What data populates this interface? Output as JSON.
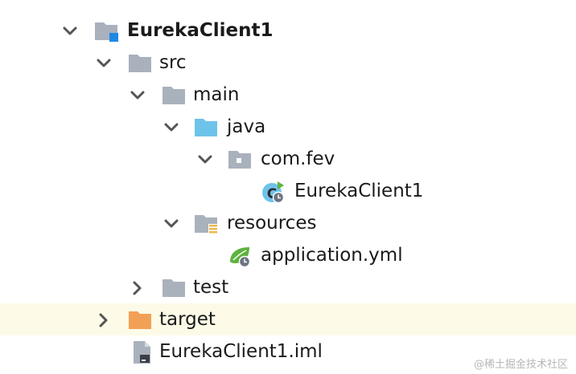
{
  "tree": {
    "project": {
      "label": "EurekaClient1",
      "icon": "project-module-icon"
    },
    "src": {
      "label": "src",
      "icon": "folder-icon"
    },
    "main": {
      "label": "main",
      "icon": "folder-icon"
    },
    "java": {
      "label": "java",
      "icon": "source-root-folder-icon"
    },
    "package": {
      "label": "com.fev",
      "icon": "package-icon"
    },
    "main_class": {
      "label": "EurekaClient1",
      "icon": "spring-boot-class-icon"
    },
    "resources": {
      "label": "resources",
      "icon": "resources-root-folder-icon"
    },
    "config_file": {
      "label": "application.yml",
      "icon": "spring-config-file-icon"
    },
    "test": {
      "label": "test",
      "icon": "folder-icon"
    },
    "target": {
      "label": "target",
      "icon": "excluded-folder-icon"
    },
    "iml_file": {
      "label": "EurekaClient1.iml",
      "icon": "iml-file-icon"
    }
  },
  "watermark": "@稀土掘金技术社区",
  "colors": {
    "folder": "#a9b1bc",
    "source_folder": "#6ec3ea",
    "excluded_folder": "#f3a057",
    "module_accent": "#1e88e5",
    "highlight_row": "#fdfbe7",
    "spring_green": "#5db33f"
  }
}
